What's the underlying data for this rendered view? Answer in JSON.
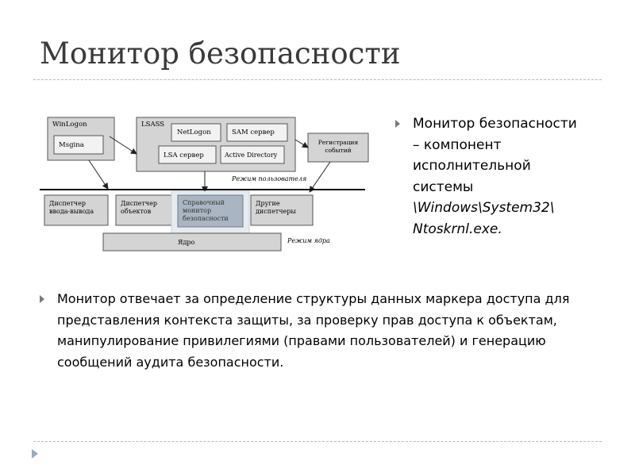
{
  "slide": {
    "title": "Монитор безопасности",
    "side_bullet": {
      "text_plain": "Монитор безопасности – компонент исполнительной системы",
      "path": "\\Windows\\System32\\",
      "file": "Ntoskrnl.exe."
    },
    "main_bullet": "Монитор отвечает за определение структуры данных маркера доступа для представления контекста защиты, за проверку прав доступа к объектам, манипулирование привилегиями (правами пользователей) и генерацию сообщений аудита безопасности."
  },
  "diagram": {
    "winlogon": "WinLogon",
    "msgina": "Msgina",
    "lsass": "LSASS",
    "netlogon": "NetLogon",
    "sam": "SAM сервер",
    "lsa": "LSA сервер",
    "ad": "Active Directory",
    "reg_line1": "Регистрация",
    "reg_line2": "событий",
    "user_mode": "Режим пользователя",
    "io_line1": "Диспетчер",
    "io_line2": "ввода-вывода",
    "obj_line1": "Диспетчер",
    "obj_line2": "объектов",
    "srm_line1": "Справочный",
    "srm_line2": "монитор",
    "srm_line3": "безопасности",
    "other_line1": "Другие",
    "other_line2": "диспетчеры",
    "kernel": "Ядро",
    "kernel_mode": "Режим ядра"
  },
  "colors": {
    "box_fill": "#d4d4d4",
    "inner_fill": "#f2f2f2",
    "srm_fill": "#a9b5c2",
    "srm_glow": "#e6ebf0",
    "bullet": "#7a7a7a"
  }
}
